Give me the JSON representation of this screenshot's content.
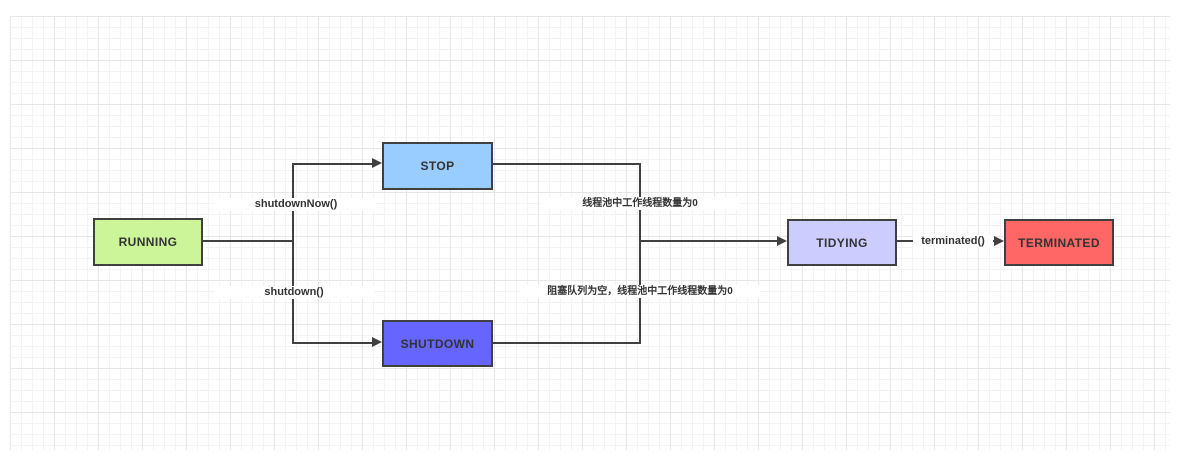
{
  "diagram": {
    "type": "state-flowchart",
    "subject": "thread-pool-lifecycle",
    "nodes": [
      {
        "id": "running",
        "label": "RUNNING",
        "fill": "#ccf599"
      },
      {
        "id": "stop",
        "label": "STOP",
        "fill": "#99ccff"
      },
      {
        "id": "shutdown",
        "label": "SHUTDOWN",
        "fill": "#6666ff"
      },
      {
        "id": "tidying",
        "label": "TIDYING",
        "fill": "#ccccff"
      },
      {
        "id": "terminated",
        "label": "TERMINATED",
        "fill": "#ff6666"
      }
    ],
    "edges": [
      {
        "from": "RUNNING",
        "to": "STOP",
        "label": "shutdownNow()"
      },
      {
        "from": "RUNNING",
        "to": "SHUTDOWN",
        "label": "shutdown()"
      },
      {
        "from": "STOP",
        "to": "TIDYING",
        "label": "线程池中工作线程数量为0"
      },
      {
        "from": "SHUTDOWN",
        "to": "TIDYING",
        "label": "阻塞队列为空，线程池中工作线程数量为0"
      },
      {
        "from": "TIDYING",
        "to": "TERMINATED",
        "label": "terminated()"
      }
    ],
    "colors": {
      "line": "#404040",
      "text": "#333333",
      "background": "#ffffff",
      "grid_minor": "#f3f3f3",
      "grid_major": "#e7e7e7"
    }
  }
}
